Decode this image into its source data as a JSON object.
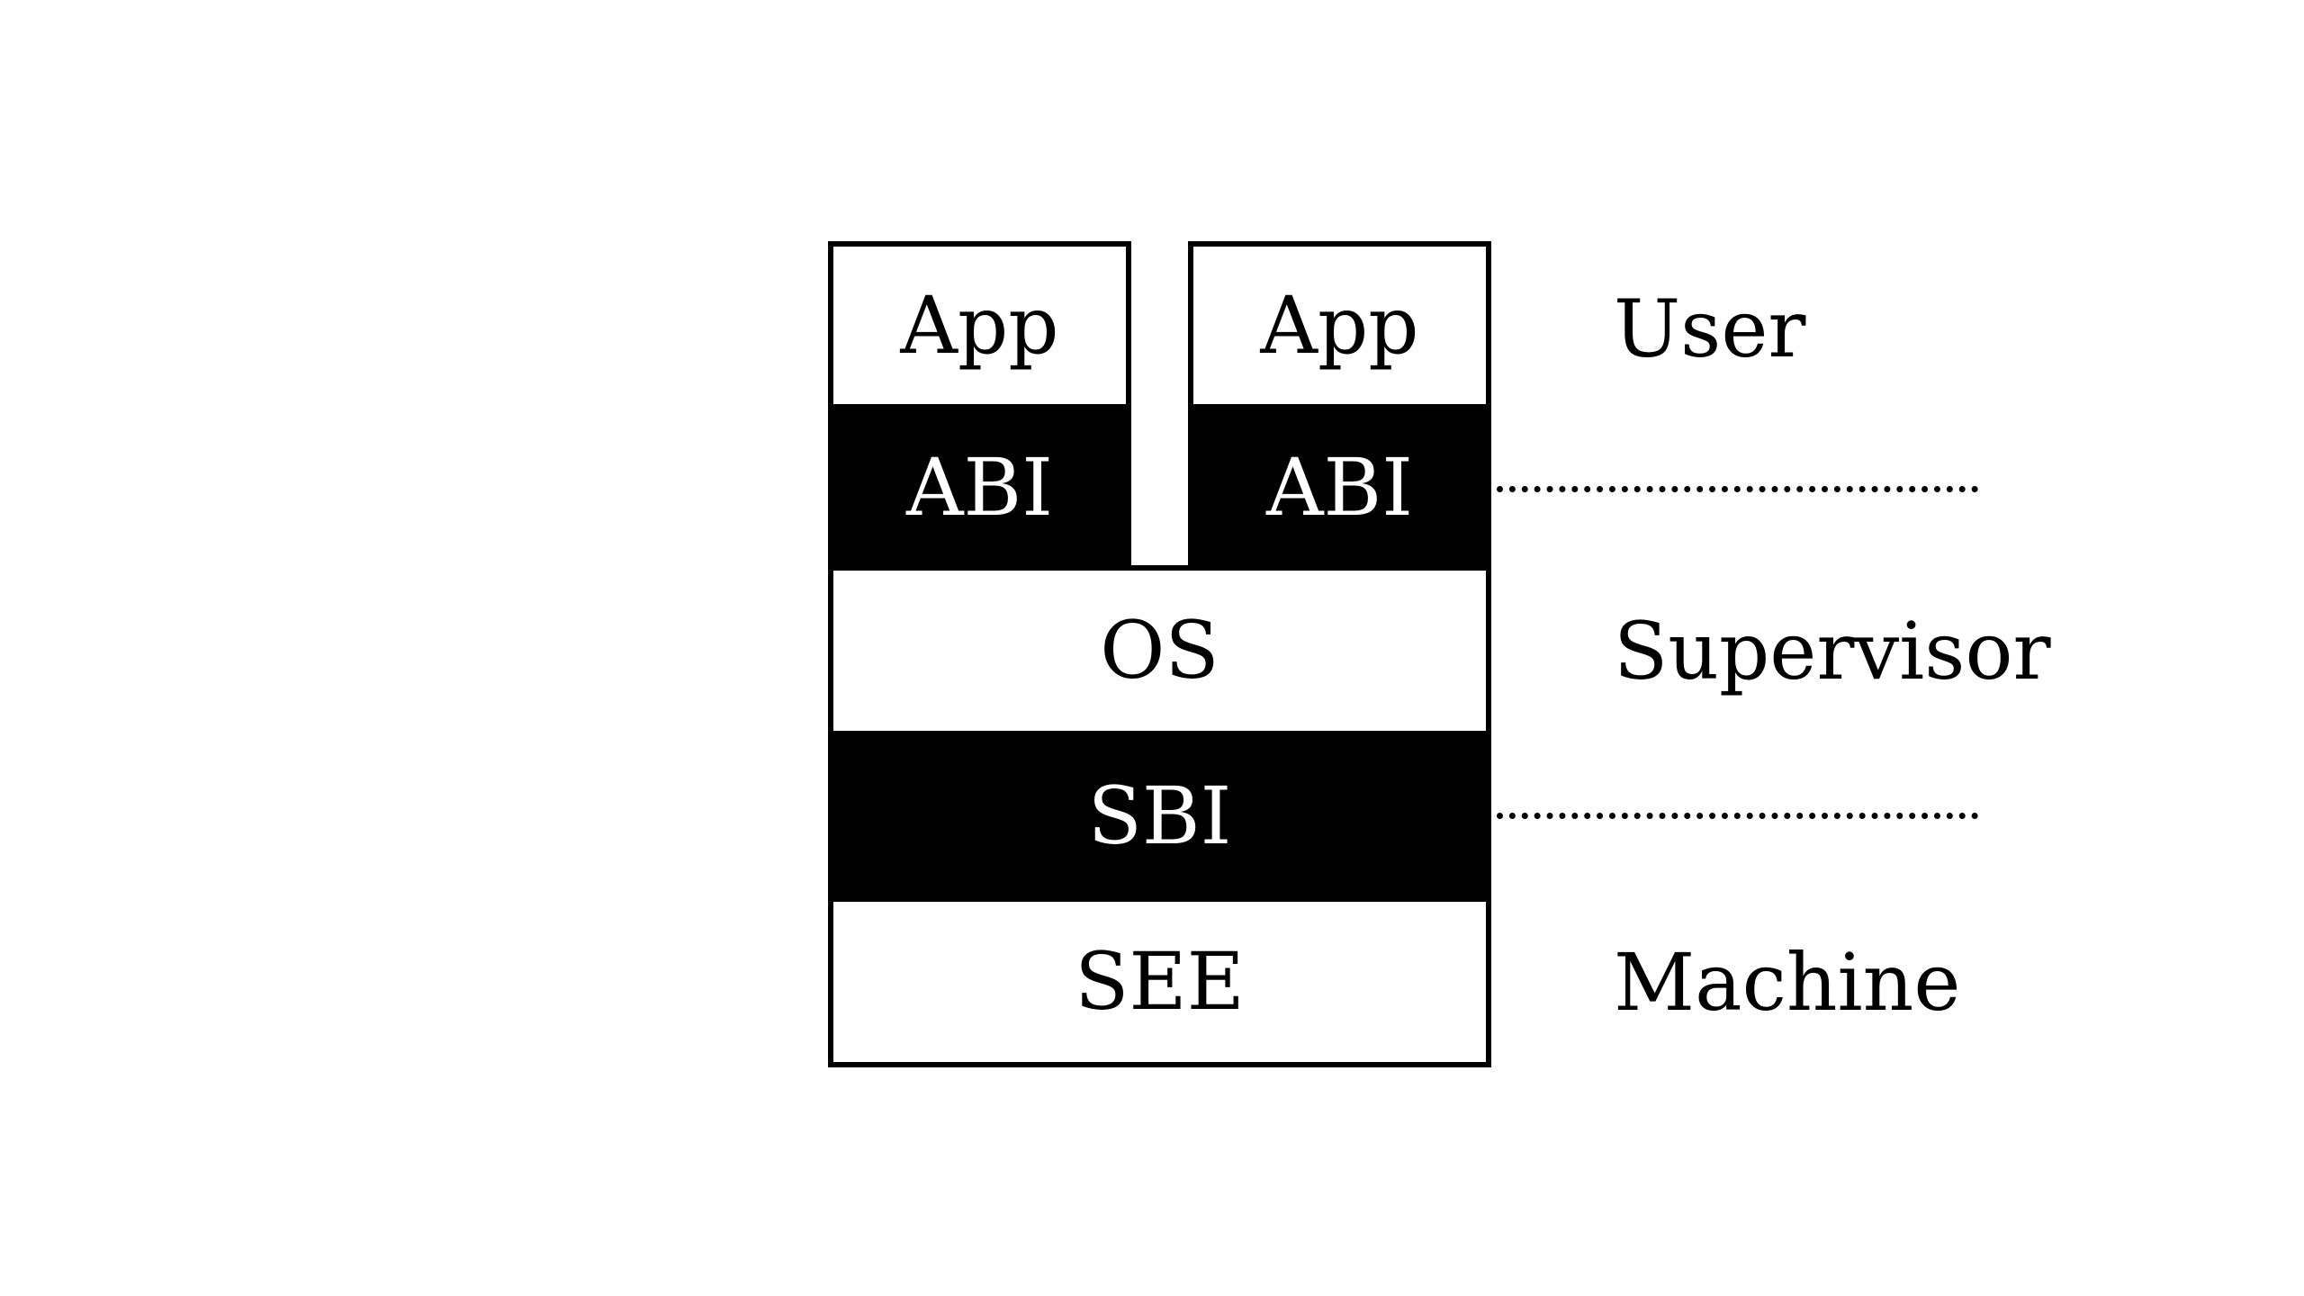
{
  "diagram": {
    "blocks": {
      "app_left": "App",
      "app_right": "App",
      "abi_left": "ABI",
      "abi_right": "ABI",
      "os": "OS",
      "sbi": "SBI",
      "see": "SEE"
    },
    "levels": {
      "user": "User",
      "supervisor": "Supervisor",
      "machine": "Machine"
    },
    "colors": {
      "interface_fill": "#000000",
      "layer_fill": "#ffffff",
      "outline": "#000000"
    }
  }
}
